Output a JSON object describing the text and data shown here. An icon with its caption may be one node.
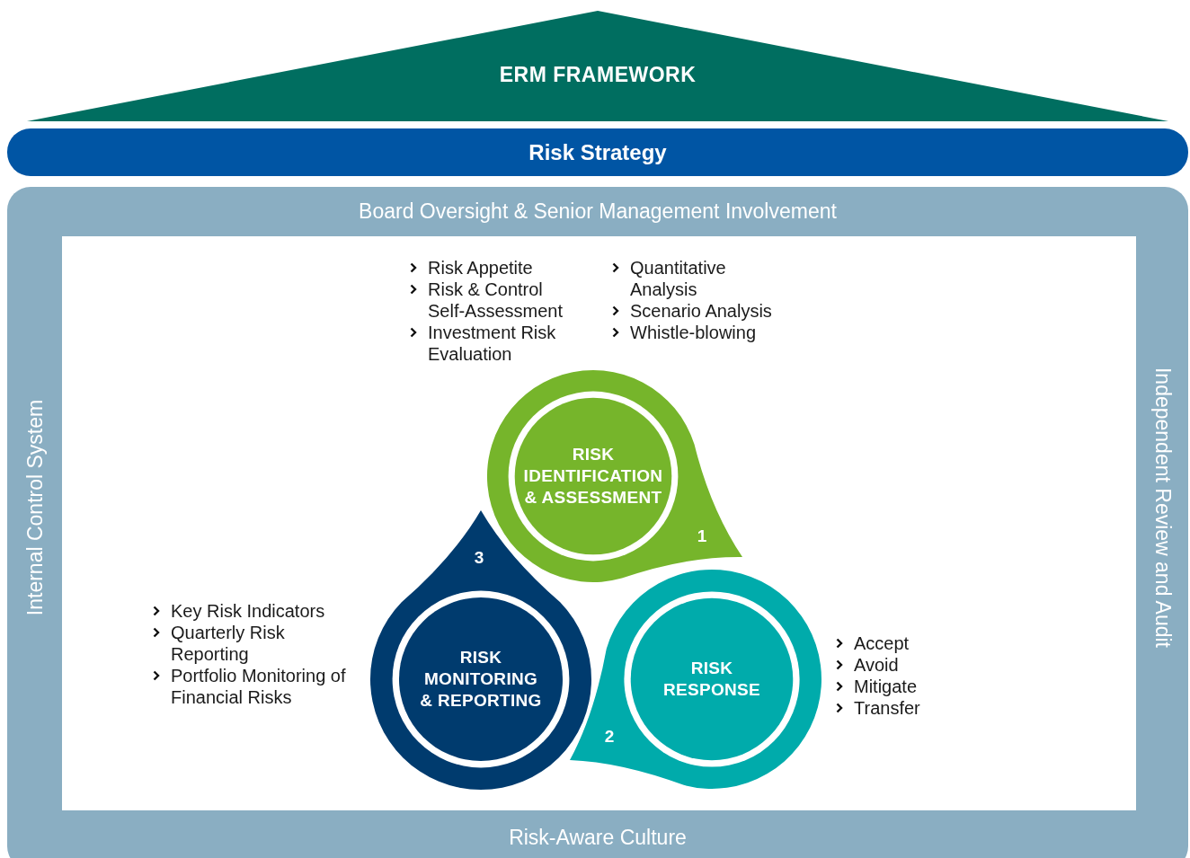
{
  "diagram": {
    "nodes": [
      {
        "text": [
          "ERM FRAMEWORK"
        ]
      },
      {
        "text": [
          "Risk Strategy"
        ]
      },
      {
        "text": [
          "Board Oversight & Senior Management Involvement",
          "Internal Control System",
          "Independent Review and Audit",
          "Risk-Aware Culture"
        ]
      },
      {
        "text": [
          "RISK IDENTIFICATION & ASSESSMENT",
          "1"
        ],
        "in": 2
      },
      {
        "text": [
          "3",
          "RISK MONITORING & REPORTING"
        ],
        "in": 2
      },
      {
        "text": [
          "RISK RESPONSE",
          "2"
        ],
        "in": 2
      }
    ],
    "labels": [
      "Risk Appetite",
      "Risk & Control Self-Assessment",
      "Investment Risk Evaluation",
      "Quantitative Analysis",
      "Scenario Analysis",
      "Whistle-blowing",
      "Key Risk Indicators",
      "Quarterly Risk Reporting",
      "Portfolio Monitoring of Financial Risks",
      "Accept",
      "Avoid",
      "Mitigate",
      "Transfer"
    ]
  }
}
